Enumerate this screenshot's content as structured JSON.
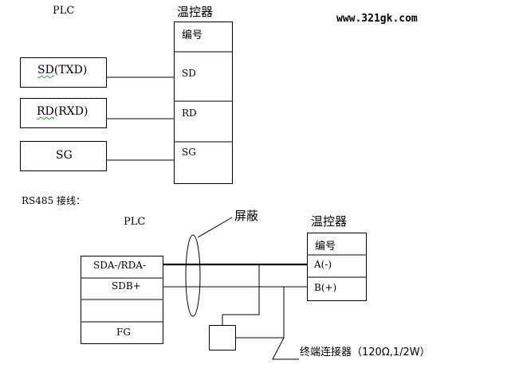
{
  "watermark": "www.321gk.com",
  "rs232": {
    "plc_title": "PLC",
    "controller_title": "温控器",
    "controller_header": "编号",
    "plc_pins": [
      {
        "name": "SD",
        "suffix": "(TXD)"
      },
      {
        "name": "RD",
        "suffix": "(RXD)"
      },
      {
        "name": "SG",
        "suffix": ""
      }
    ],
    "controller_pins": [
      "SD",
      "RD",
      "SG"
    ]
  },
  "rs485": {
    "section_label": "RS485 接线：",
    "plc_title": "PLC",
    "shield_label": "屏蔽",
    "controller_title": "温控器",
    "controller_header": "编号",
    "plc_rows": [
      "SDA-/RDA-",
      "SDB+",
      "",
      "FG"
    ],
    "controller_rows": [
      "A(-)",
      "B(+)"
    ],
    "terminator_label": "终端连接器（120Ω,1/2W）"
  }
}
